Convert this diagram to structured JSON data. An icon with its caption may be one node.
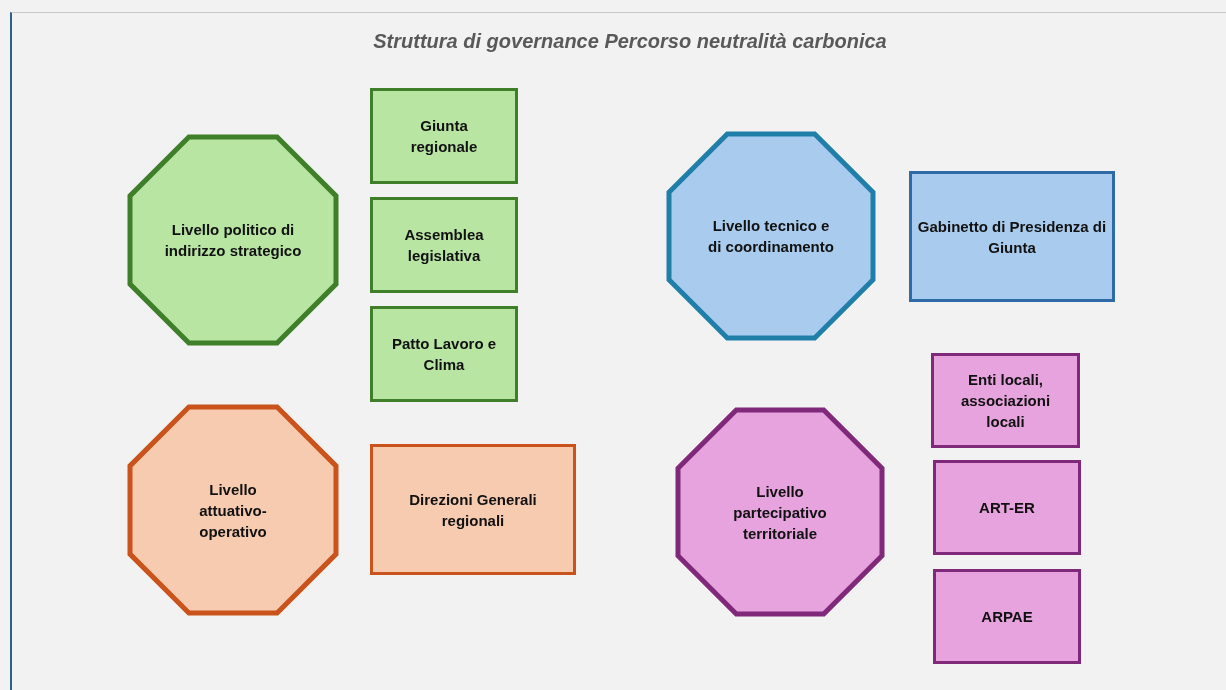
{
  "diagram": {
    "title": "Struttura di governance Percorso neutralità carbonica",
    "nodes": [
      {
        "text": [
          "Livello politico di indirizzo strategico"
        ]
      },
      {
        "text": [
          "Giunta regionale"
        ]
      },
      {
        "text": [
          "Assemblea legislativa"
        ]
      },
      {
        "text": [
          "Patto Lavoro e Clima"
        ]
      },
      {
        "text": [
          "Livello tecnico e di coordinamento"
        ]
      },
      {
        "text": [
          "Gabinetto di Presidenza di Giunta"
        ]
      },
      {
        "text": [
          "Livello attuativo-operativo"
        ]
      },
      {
        "text": [
          "Direzioni Generali regionali"
        ]
      },
      {
        "text": [
          "Enti locali, associazioni locali"
        ]
      },
      {
        "text": [
          "Livello partecipativo territoriale"
        ]
      },
      {
        "text": [
          "ART-ER"
        ]
      },
      {
        "text": [
          "ARPAE"
        ]
      }
    ],
    "edges": []
  }
}
